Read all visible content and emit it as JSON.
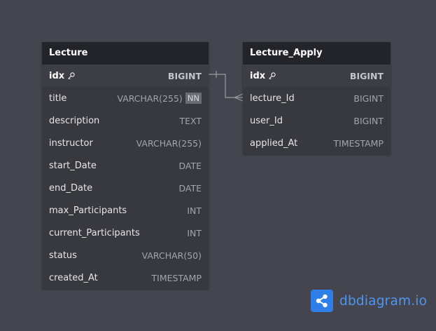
{
  "tables": [
    {
      "name": "Lecture",
      "columns": [
        {
          "name": "idx",
          "type": "BIGINT",
          "pk": true
        },
        {
          "name": "title",
          "type": "VARCHAR(255)",
          "badge": "NN"
        },
        {
          "name": "description",
          "type": "TEXT"
        },
        {
          "name": "instructor",
          "type": "VARCHAR(255)"
        },
        {
          "name": "start_Date",
          "type": "DATE"
        },
        {
          "name": "end_Date",
          "type": "DATE"
        },
        {
          "name": "max_Participants",
          "type": "INT"
        },
        {
          "name": "current_Participants",
          "type": "INT"
        },
        {
          "name": "status",
          "type": "VARCHAR(50)"
        },
        {
          "name": "created_At",
          "type": "TIMESTAMP"
        }
      ]
    },
    {
      "name": "Lecture_Apply",
      "columns": [
        {
          "name": "idx",
          "type": "BIGINT",
          "pk": true
        },
        {
          "name": "lecture_Id",
          "type": "BIGINT"
        },
        {
          "name": "user_Id",
          "type": "BIGINT"
        },
        {
          "name": "applied_At",
          "type": "TIMESTAMP"
        }
      ]
    }
  ],
  "relationships": [
    {
      "from": "Lecture.idx",
      "to": "Lecture_Apply.lecture_Id",
      "from_cardinality": "one",
      "to_cardinality": "many"
    }
  ],
  "brand": {
    "name": "dbdiagram.io"
  },
  "icons": {
    "primary_key": "key-icon",
    "brand_logo": "share-nodes-icon"
  },
  "colors": {
    "canvas": "#45454f",
    "table_header": "#23232a",
    "table_body": "#38383f",
    "brand": "#2f7fe8"
  }
}
